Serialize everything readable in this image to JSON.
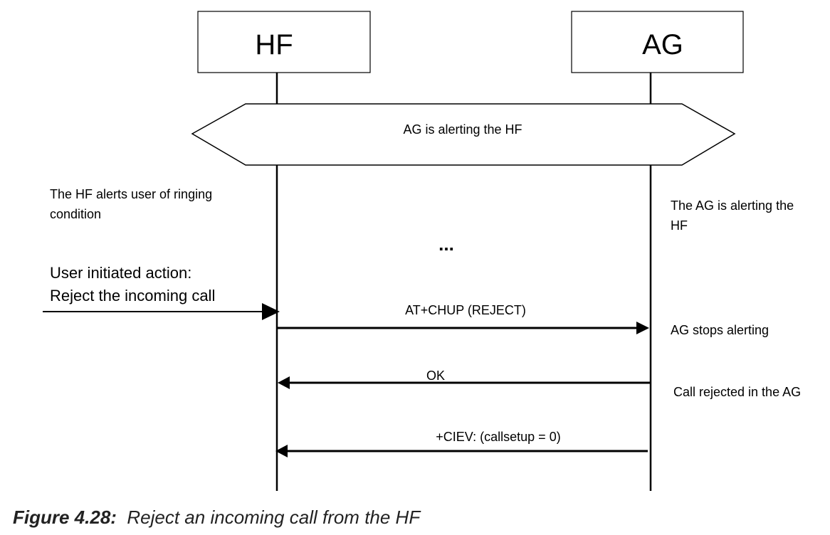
{
  "entities": {
    "hf": "HF",
    "ag": "AG"
  },
  "phase_banner": "AG is alerting the HF",
  "notes": {
    "hf_alerts": "The HF alerts user of ringing\ncondition",
    "ag_alerting": "The AG is alerting the\nHF",
    "ellipsis": "...",
    "user_action": "User initiated action:\nReject the incoming call",
    "ag_stops": "AG stops alerting",
    "call_rejected": "Call rejected in the AG"
  },
  "messages": [
    {
      "label": "AT+CHUP (REJECT)",
      "direction": "HF->AG"
    },
    {
      "label": "OK",
      "direction": "AG->HF"
    },
    {
      "label": "+CIEV: (callsetup = 0)",
      "direction": "AG->HF"
    }
  ],
  "caption": {
    "number": "Figure 4.28:",
    "text": "Reject an incoming call from the HF"
  }
}
